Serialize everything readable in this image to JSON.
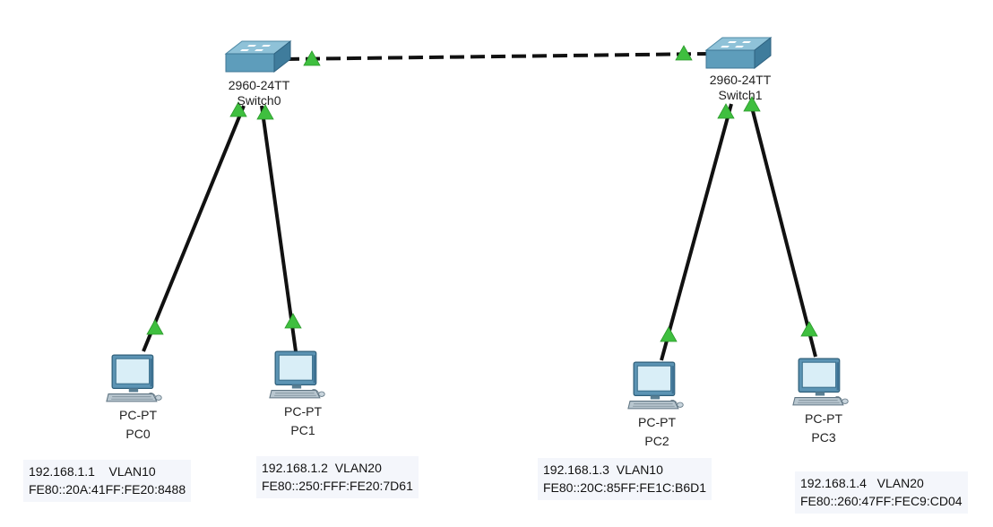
{
  "devices": {
    "switch0": {
      "model": "2960-24TT",
      "name": "Switch0"
    },
    "switch1": {
      "model": "2960-24TT",
      "name": "Switch1"
    },
    "pc0": {
      "model": "PC-PT",
      "name": "PC0"
    },
    "pc1": {
      "model": "PC-PT",
      "name": "PC1"
    },
    "pc2": {
      "model": "PC-PT",
      "name": "PC2"
    },
    "pc3": {
      "model": "PC-PT",
      "name": "PC3"
    }
  },
  "notes": {
    "pc0": {
      "line1": "192.168.1.1    VLAN10",
      "line2": "FE80::20A:41FF:FE20:8488"
    },
    "pc1": {
      "line1": "192.168.1.2  VLAN20",
      "line2": "FE80::250:FFF:FE20:7D61"
    },
    "pc2": {
      "line1": "192.168.1.3  VLAN10",
      "line2": "FE80::20C:85FF:FE1C:B6D1"
    },
    "pc3": {
      "line1": "192.168.1.4   VLAN20",
      "line2": "FE80::260:47FF:FEC9:CD04"
    }
  },
  "links": [
    {
      "from": "switch0",
      "to": "switch1",
      "style": "dashed",
      "status": "up"
    },
    {
      "from": "switch0",
      "to": "pc0",
      "style": "solid",
      "status": "up"
    },
    {
      "from": "switch0",
      "to": "pc1",
      "style": "solid",
      "status": "up"
    },
    {
      "from": "switch1",
      "to": "pc2",
      "style": "solid",
      "status": "up"
    },
    {
      "from": "switch1",
      "to": "pc3",
      "style": "solid",
      "status": "up"
    }
  ],
  "colors": {
    "link": "#111111",
    "link_up_indicator": "#3fbf3f",
    "device_blue": "#6fa6c2",
    "note_background": "#f4f6fb"
  }
}
